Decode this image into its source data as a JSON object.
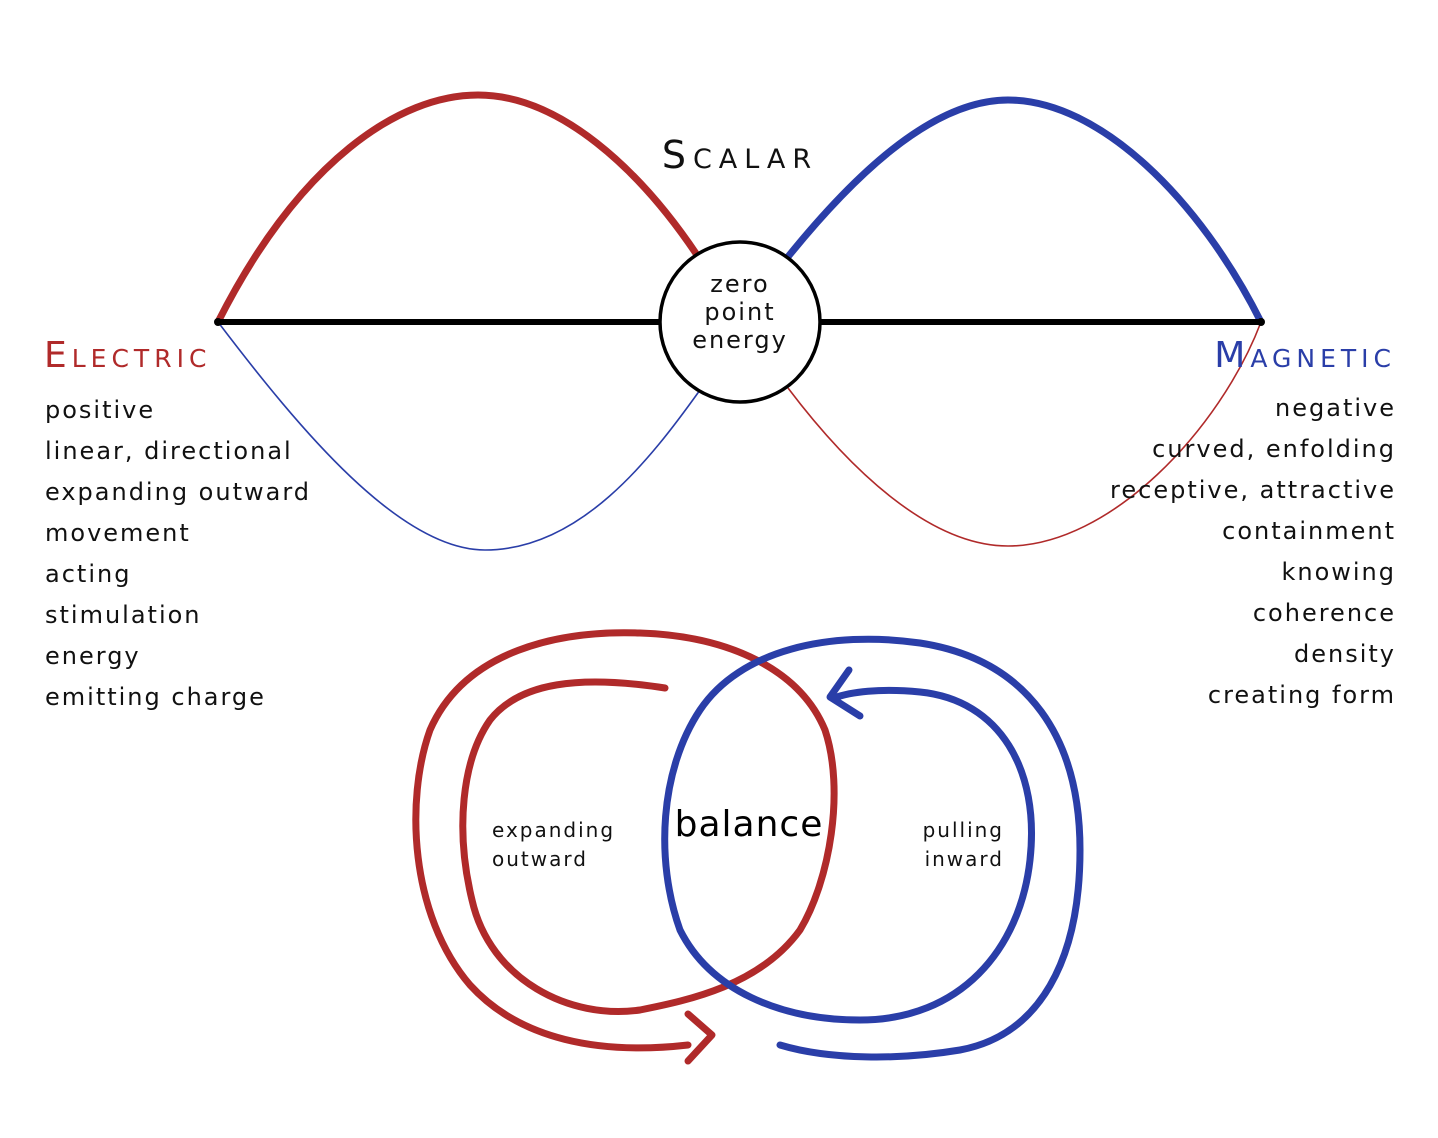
{
  "colors": {
    "electric": "#b02a2a",
    "magnetic": "#2a3ea8",
    "axis": "#000000",
    "text": "#111111",
    "background": "#ffffff"
  },
  "title": "Scalar",
  "center": {
    "lines": [
      "zero",
      "point",
      "energy"
    ]
  },
  "electric": {
    "heading": "Electric",
    "items": [
      "positive",
      "linear, directional",
      "expanding outward",
      "movement",
      "acting",
      "stimulation",
      "energy",
      "emitting charge"
    ]
  },
  "magnetic": {
    "heading": "Magnetic",
    "items": [
      "negative",
      "curved, enfolding",
      "receptive, attractive",
      "containment",
      "knowing",
      "coherence",
      "density",
      "creating form"
    ]
  },
  "loops": {
    "left_label": [
      "expanding",
      "outward"
    ],
    "right_label": [
      "pulling",
      "inward"
    ],
    "center_label": "balance"
  }
}
